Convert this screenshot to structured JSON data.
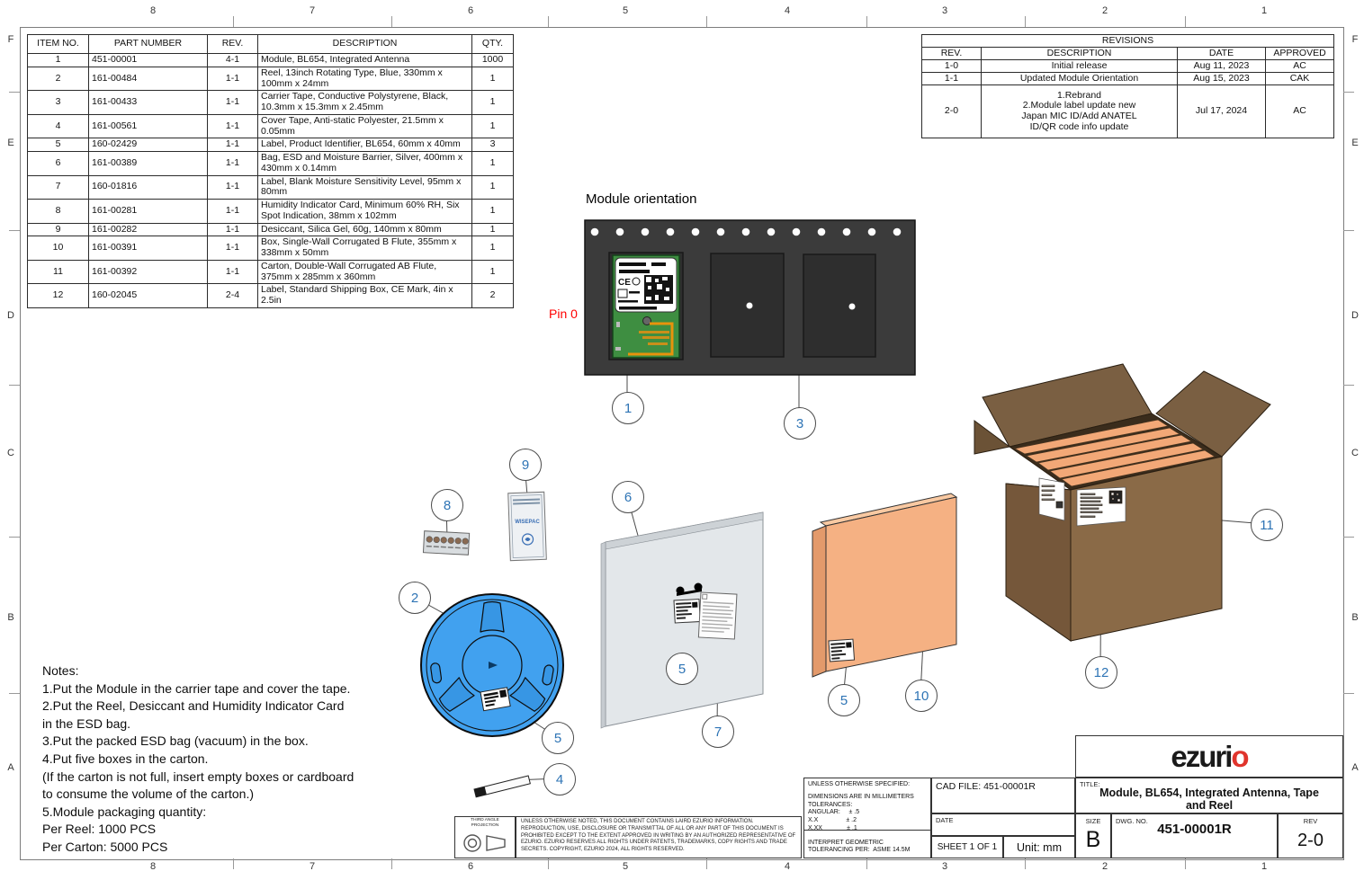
{
  "frame": {
    "zones_top": [
      "8",
      "7",
      "6",
      "5",
      "4",
      "3",
      "2",
      "1"
    ],
    "zones_bottom": [
      "8",
      "7",
      "6",
      "5",
      "4",
      "3",
      "2",
      "1"
    ],
    "zones_left": [
      "F",
      "E",
      "D",
      "C",
      "B",
      "A"
    ],
    "zones_right": [
      "F",
      "E",
      "D",
      "C",
      "B",
      "A"
    ]
  },
  "parts_table": {
    "headers": {
      "item": "ITEM NO.",
      "part": "PART NUMBER",
      "rev": "REV.",
      "desc": "DESCRIPTION",
      "qty": "QTY."
    },
    "rows": [
      {
        "item": "1",
        "part": "451-00001",
        "rev": "4-1",
        "desc": "Module, BL654, Integrated Antenna",
        "qty": "1000"
      },
      {
        "item": "2",
        "part": "161-00484",
        "rev": "1-1",
        "desc": "Reel, 13inch Rotating Type, Blue, 330mm x 100mm x 24mm",
        "qty": "1"
      },
      {
        "item": "3",
        "part": "161-00433",
        "rev": "1-1",
        "desc": "Carrier Tape, Conductive Polystyrene, Black, 10.3mm x 15.3mm x 2.45mm",
        "qty": "1"
      },
      {
        "item": "4",
        "part": "161-00561",
        "rev": "1-1",
        "desc": "Cover Tape, Anti-static Polyester, 21.5mm x 0.05mm",
        "qty": "1"
      },
      {
        "item": "5",
        "part": "160-02429",
        "rev": "1-1",
        "desc": "Label, Product Identifier, BL654, 60mm x 40mm",
        "qty": "3"
      },
      {
        "item": "6",
        "part": "161-00389",
        "rev": "1-1",
        "desc": "Bag, ESD and Moisture Barrier, Silver, 400mm x 430mm x 0.14mm",
        "qty": "1"
      },
      {
        "item": "7",
        "part": "160-01816",
        "rev": "1-1",
        "desc": "Label, Blank Moisture Sensitivity Level, 95mm x 80mm",
        "qty": "1"
      },
      {
        "item": "8",
        "part": "161-00281",
        "rev": "1-1",
        "desc": "Humidity Indicator Card, Minimum 60% RH, Six Spot Indication, 38mm x 102mm",
        "qty": "1"
      },
      {
        "item": "9",
        "part": "161-00282",
        "rev": "1-1",
        "desc": "Desiccant, Silica Gel, 60g, 140mm x 80mm",
        "qty": "1"
      },
      {
        "item": "10",
        "part": "161-00391",
        "rev": "1-1",
        "desc": "Box, Single-Wall Corrugated B Flute, 355mm x 338mm x 50mm",
        "qty": "1"
      },
      {
        "item": "11",
        "part": "161-00392",
        "rev": "1-1",
        "desc": "Carton, Double-Wall Corrugated AB Flute, 375mm x 285mm x 360mm",
        "qty": "1"
      },
      {
        "item": "12",
        "part": "160-02045",
        "rev": "2-4",
        "desc": "Label, Standard Shipping Box, CE Mark, 4in x 2.5in",
        "qty": "2"
      }
    ]
  },
  "revisions": {
    "title": "REVISIONS",
    "headers": {
      "rev": "REV.",
      "desc": "DESCRIPTION",
      "date": "DATE",
      "approved": "APPROVED"
    },
    "rows": [
      {
        "rev": "1-0",
        "desc": "Initial release",
        "date": "Aug 11, 2023",
        "approved": "AC"
      },
      {
        "rev": "1-1",
        "desc": "Updated Module Orientation",
        "date": "Aug 15, 2023",
        "approved": "CAK"
      },
      {
        "rev": "2-0",
        "desc": "1.Rebrand\n2.Module label update new\nJapan MIC ID/Add ANATEL\nID/QR code info update",
        "date": "Jul 17, 2024",
        "approved": "AC"
      }
    ]
  },
  "module_orientation": {
    "heading": "Module orientation",
    "pin_label": "Pin 0"
  },
  "notes": {
    "lines": [
      "Notes:",
      "1.Put the Module in the carrier tape and cover the tape.",
      "2.Put the Reel, Desiccant and Humidity Indicator Card",
      "in the ESD bag.",
      "3.Put the packed ESD bag (vacuum) in the box.",
      "4.Put five boxes in the carton.",
      "(If the carton is not full, insert empty boxes or cardboard",
      "to consume the volume of the carton.)",
      "5.Module packaging quantity:",
      "Per Reel: 1000 PCS",
      "Per Carton: 5000 PCS"
    ]
  },
  "balloons": [
    {
      "n": "1"
    },
    {
      "n": "3"
    },
    {
      "n": "2"
    },
    {
      "n": "8"
    },
    {
      "n": "9"
    },
    {
      "n": "5"
    },
    {
      "n": "4"
    },
    {
      "n": "6"
    },
    {
      "n": "5"
    },
    {
      "n": "7"
    },
    {
      "n": "5"
    },
    {
      "n": "10"
    },
    {
      "n": "11"
    },
    {
      "n": "12"
    }
  ],
  "desiccant": {
    "brand": "WISEPAC"
  },
  "title_block": {
    "tolerance_lines": [
      "UNLESS OTHERWISE SPECIFIED:",
      "DIMENSIONS ARE IN MILLIMETERS",
      "TOLERANCES:",
      "ANGULAR:     ± .5",
      "X.X                ± .2",
      "X.XX              ± .1"
    ],
    "interpret_lines": [
      "INTERPRET GEOMETRIC",
      "TOLERANCING PER:  ASME 14.5M"
    ],
    "cad_file": "CAD FILE: 451-00001R",
    "date_label": "DATE",
    "sheet": "SHEET 1 OF 1",
    "unit": "Unit: mm",
    "title_label": "TITLE:",
    "title": "Module, BL654, Integrated Antenna, Tape\nand Reel",
    "size_label": "SIZE",
    "size_value": "B",
    "dwg_label": "DWG.  NO.",
    "dwg_no": "451-00001R",
    "rev_label": "REV",
    "rev_value": "2-0",
    "third_angle_label": "THIRD ANGLE PROJECTION",
    "disclaimer": "UNLESS OTHERWISE NOTED, THIS DOCUMENT CONTAINS LAIRD EZURIO INFORMATION. REPRODUCTION, USE, DISCLOSURE OR TRANSMITTAL OF ALL OR ANY PART OF THIS DOCUMENT IS PROHIBITED EXCEPT TO THE EXTENT APPROVED IN WRITING BY AN AUTHORIZED REPRESENTATIVE OF EZURIO. EZURIO RESERVES ALL RIGHTS UNDER PATENTS, TRADEMARKS, COPY RIGHTS AND TRADE SECRETS. COPYRIGHT, EZURIO 2024, ALL RIGHTS RESERVED.",
    "logo": {
      "text_black": "ezuri",
      "text_red": "o"
    }
  },
  "colors": {
    "balloon_number": "#2E74B5",
    "pin_label": "#FF0000",
    "reel_blue": "#41A1EF",
    "box_orange": "#F5B183",
    "carton_brown": "#8A6A47",
    "tape_dark": "#3B3B3B",
    "logo_red": "#E0342C"
  }
}
